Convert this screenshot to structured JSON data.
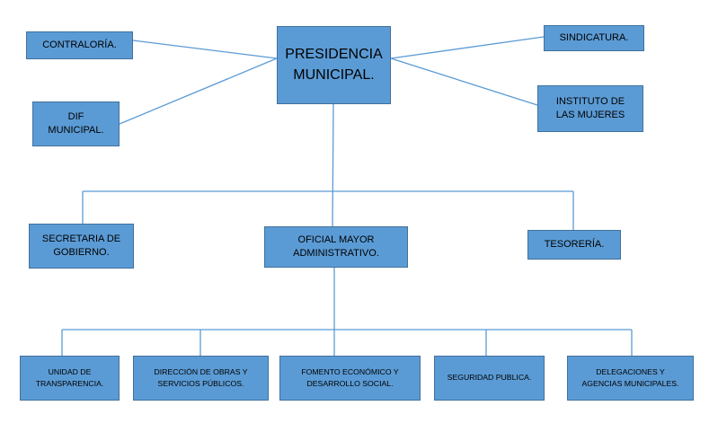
{
  "colors": {
    "box_fill": "#5b9bd5",
    "box_border": "#41719c",
    "connector": "#5b9bd5",
    "text": "#000000"
  },
  "org_chart": {
    "top": "PRESIDENCIA\nMUNICIPAL.",
    "side_left": [
      "CONTRALORÍA.",
      "DIF\nMUNICIPAL."
    ],
    "side_right": [
      "SINDICATURA.",
      "INSTITUTO DE\nLAS MUJERES"
    ],
    "level2": [
      "SECRETARIA DE\nGOBIERNO.",
      "OFICIAL MAYOR\nADMINISTRATIVO.",
      "TESORERÍA."
    ],
    "level3": [
      "UNIDAD DE\nTRANSPARENCIA.",
      "DIRECCIÓN DE OBRAS Y\nSERVICIOS PÚBLICOS.",
      "FOMENTO ECONÓMICO Y\nDESARROLLO SOCIAL.",
      "SEGURIDAD PUBLICA.",
      "DELEGACIONES Y\nAGENCIAS MUNICIPALES."
    ]
  }
}
